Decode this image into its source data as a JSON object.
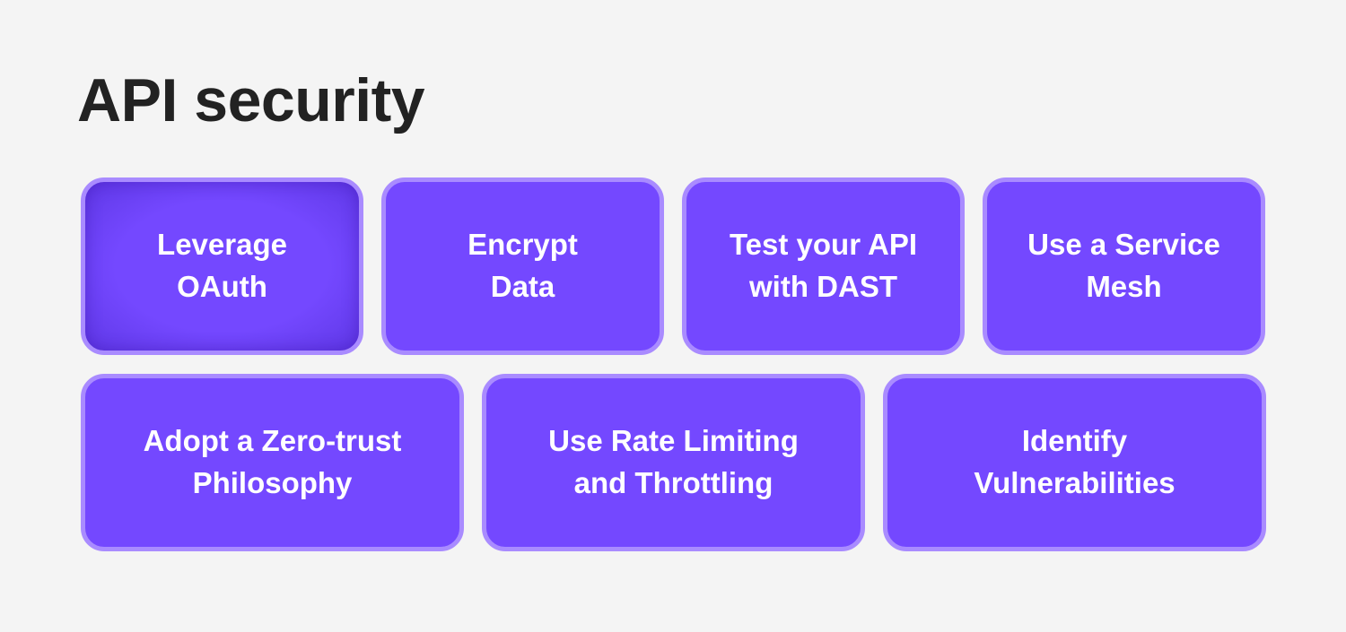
{
  "title": "API security",
  "colors": {
    "background": "#f4f4f4",
    "card_fill": "#7448ff",
    "card_border": "#a98bff",
    "title_text": "#222222",
    "card_text": "#ffffff"
  },
  "rows": [
    {
      "cards": [
        {
          "label": "Leverage\nOAuth"
        },
        {
          "label": "Encrypt\nData"
        },
        {
          "label": "Test your API\nwith DAST"
        },
        {
          "label": "Use a Service\nMesh"
        }
      ]
    },
    {
      "cards": [
        {
          "label": "Adopt a Zero-trust\nPhilosophy"
        },
        {
          "label": "Use Rate Limiting\nand Throttling"
        },
        {
          "label": "Identify\nVulnerabilities"
        }
      ]
    }
  ]
}
